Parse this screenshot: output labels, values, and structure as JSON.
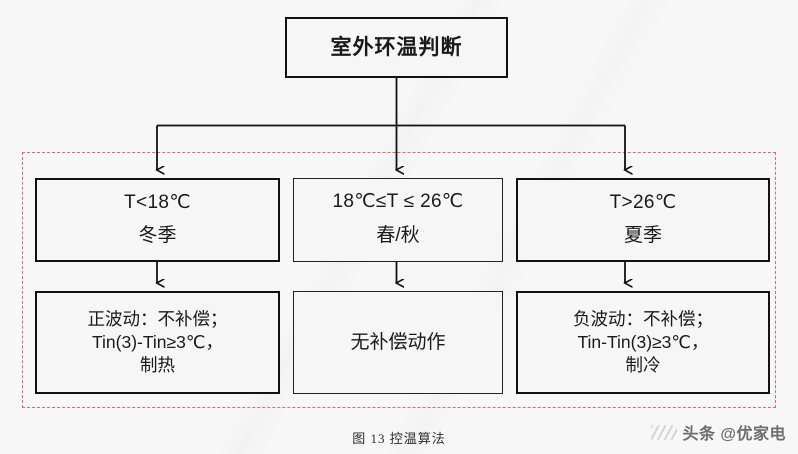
{
  "figure": {
    "caption": "图 13 控温算法",
    "root_label": "室外环温判断",
    "dashed_region_color": "#e8666b",
    "background_color": "#f7f7f7",
    "box_border_color": "#111111"
  },
  "branches": [
    {
      "id": "winter",
      "condition_range": "T<18℃",
      "condition_season": "冬季",
      "action_lines": [
        "正波动：不补偿；",
        "Tin(3)-Tin≥3℃，",
        "制热"
      ]
    },
    {
      "id": "spring-autumn",
      "condition_range": "18℃≤T ≤ 26℃",
      "condition_season": "春/秋",
      "action_lines": [
        "无补偿动作"
      ]
    },
    {
      "id": "summer",
      "condition_range": "T>26℃",
      "condition_season": "夏季",
      "action_lines": [
        "负波动：不补偿；",
        "Tin-Tin(3)≥3℃，",
        "制冷"
      ]
    }
  ],
  "watermark": {
    "text": "头条 @优家电"
  }
}
